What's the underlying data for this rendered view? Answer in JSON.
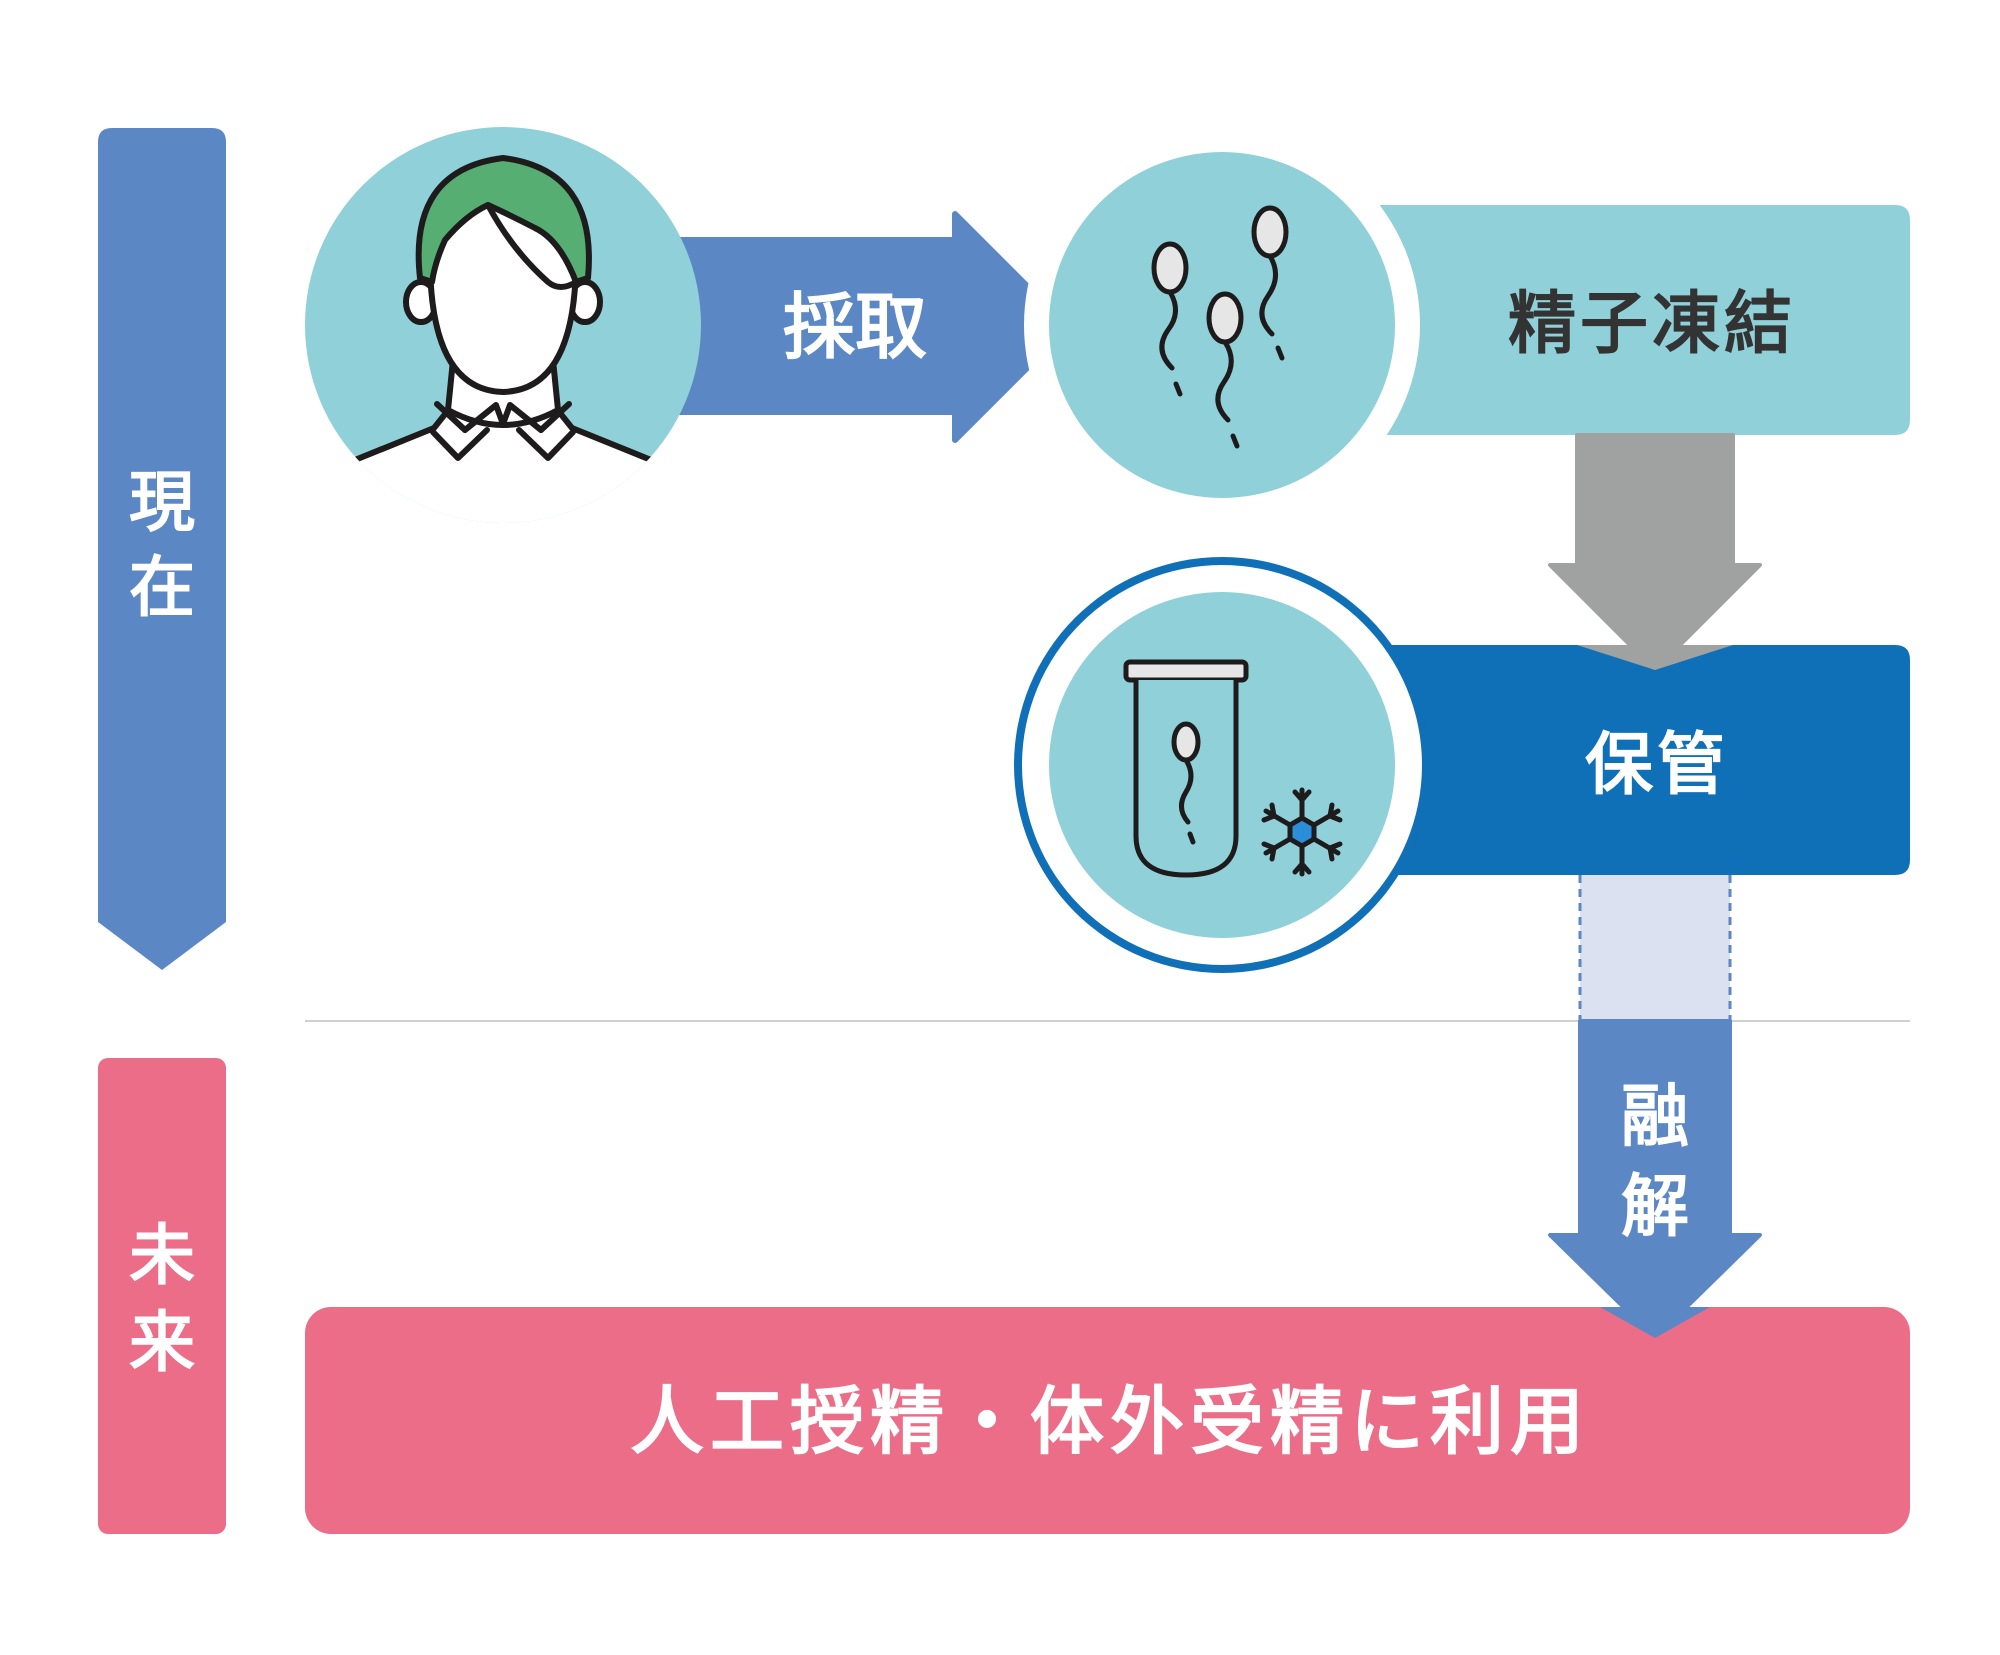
{
  "timeline": {
    "present_label": "現在",
    "future_label": "未来"
  },
  "steps": {
    "collect_label": "採取",
    "freeze_label": "精子凍結",
    "store_label": "保管",
    "thaw_label": "融解",
    "use_label": "人工授精・体外受精に利用"
  },
  "icons": {
    "person": "person-avatar-icon",
    "sperm": "sperm-cells-icon",
    "storage": "test-tube-snowflake-icon"
  },
  "colors": {
    "present_blue": "#5b87c5",
    "future_pink": "#eb6d87",
    "teal": "#8fd0d9",
    "storage_blue": "#0f6fb7",
    "gray_arrow": "#a0a2a1",
    "hair_green": "#56ae72",
    "dashed_fill": "#dce1f1"
  }
}
